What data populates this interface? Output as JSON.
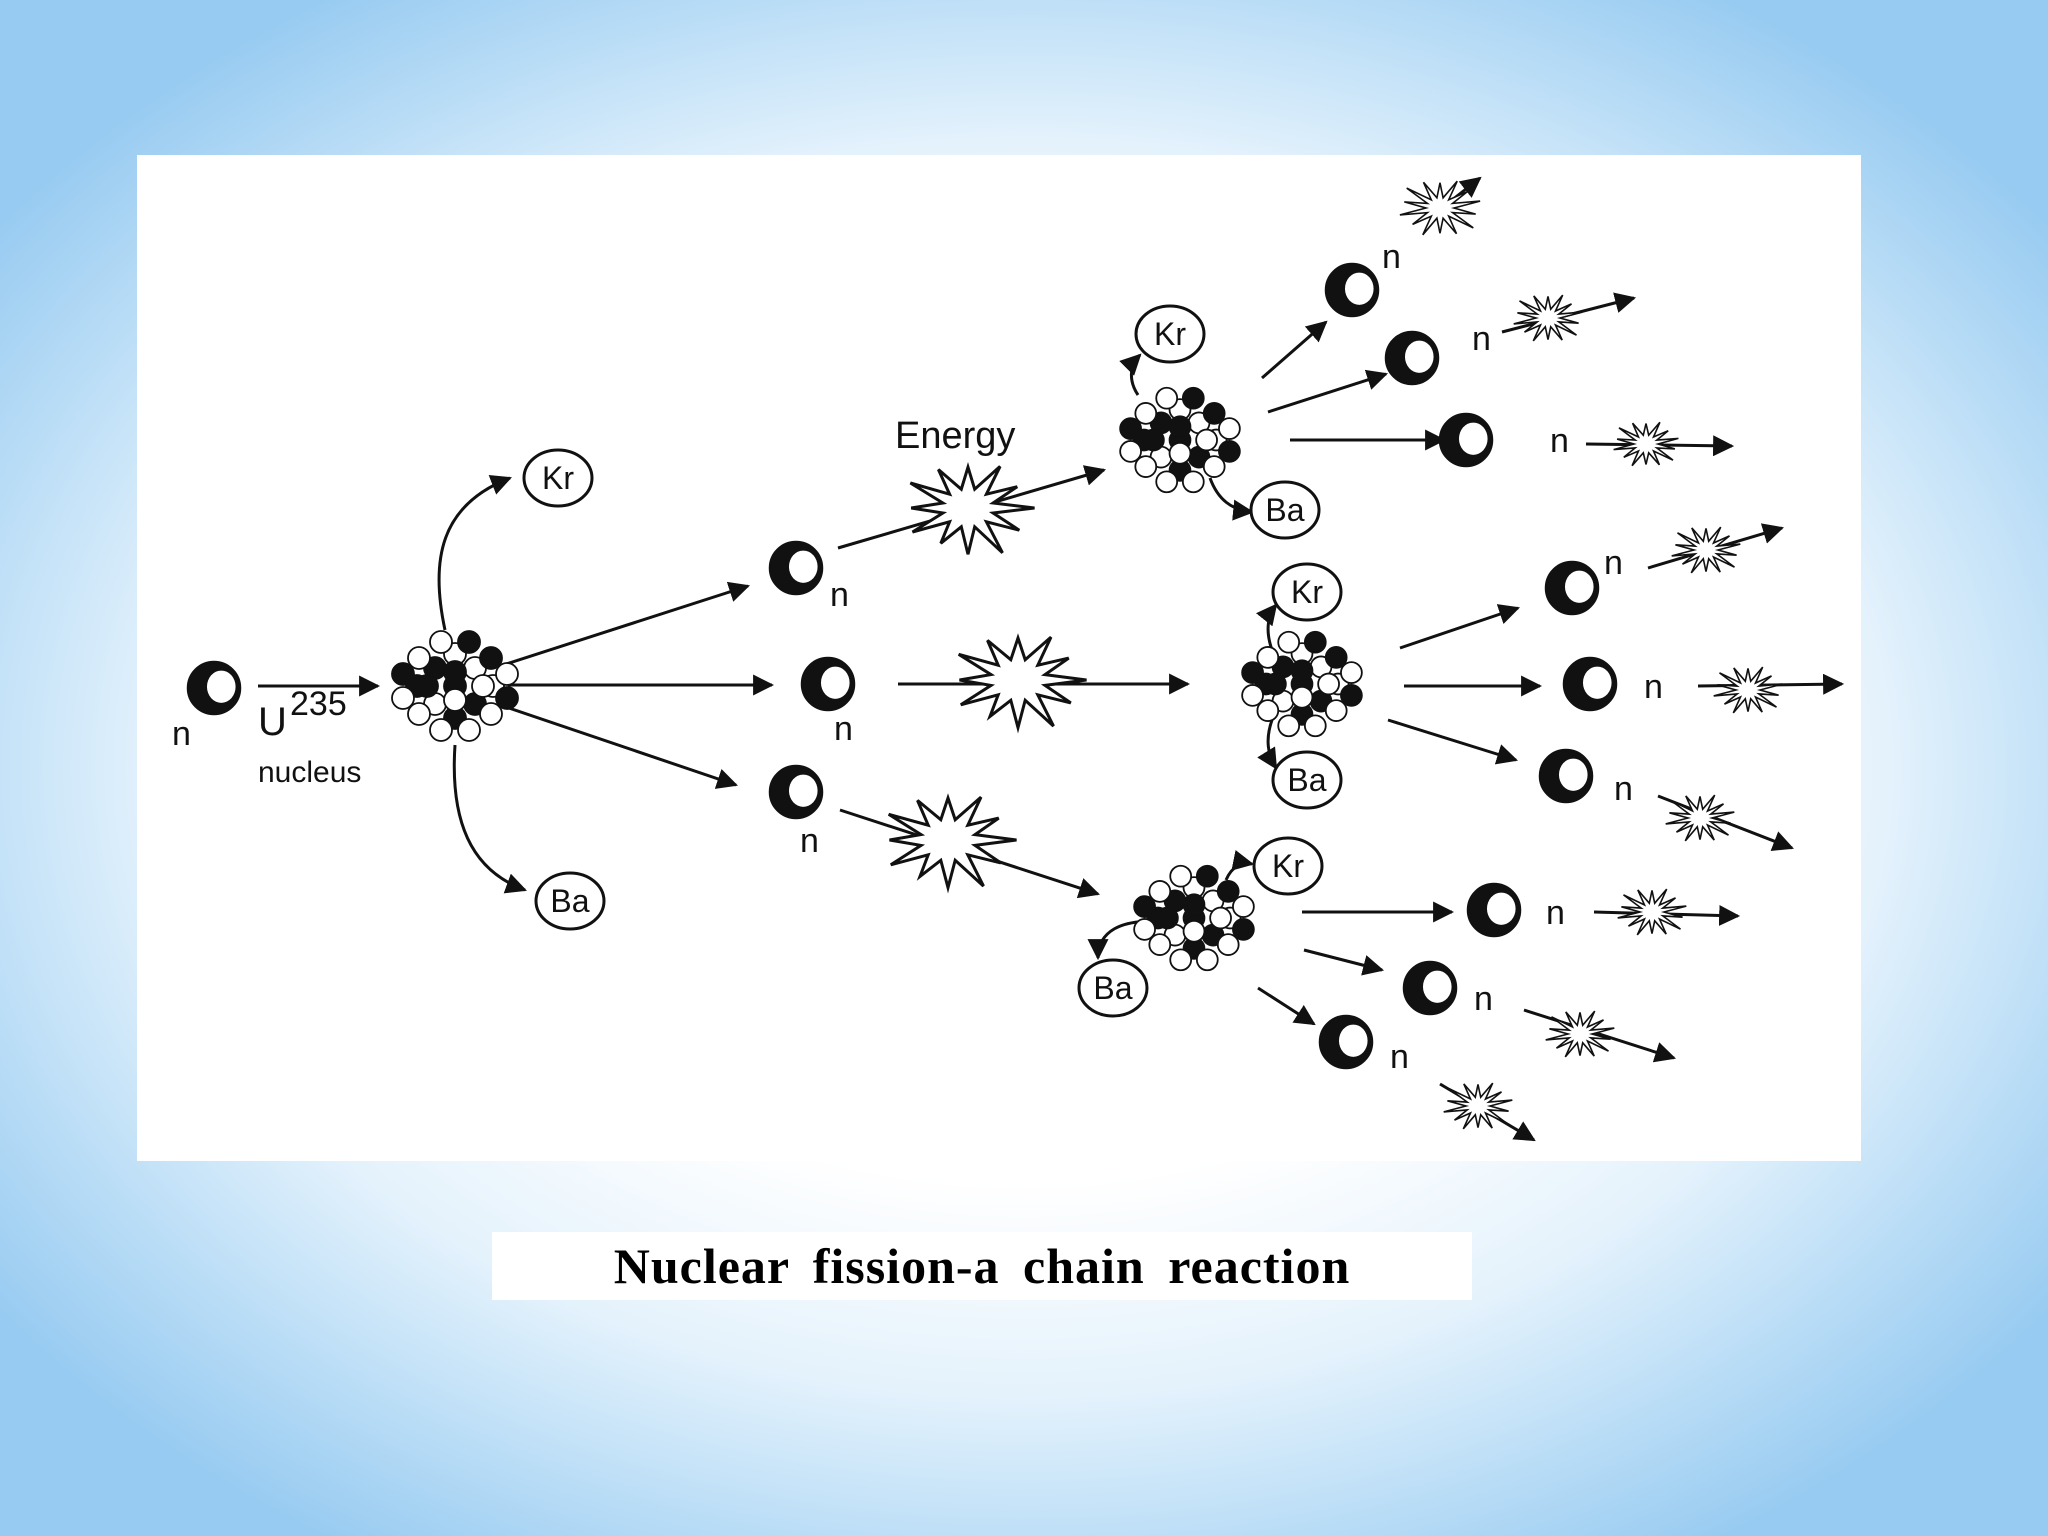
{
  "diagram": {
    "labels": {
      "neutron": "n",
      "krypton": "Kr",
      "barium": "Ba",
      "uranium": "U",
      "uranium_mass": "235",
      "nucleus": "nucleus",
      "energy": "Energy"
    }
  },
  "caption": "Nuclear  fission-a  chain  reaction"
}
